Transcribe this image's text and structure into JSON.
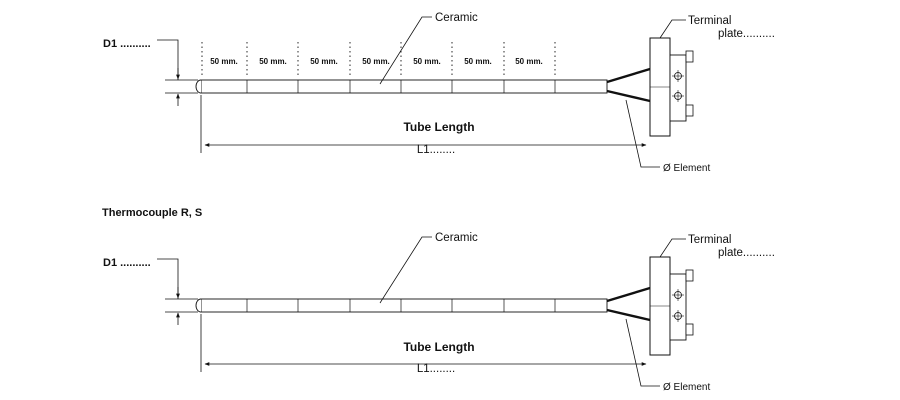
{
  "seg_label": "50 mm.",
  "top": {
    "d1": "D1 ..........",
    "ceramic": "Ceramic",
    "terminal_line1": "Terminal",
    "terminal_line2": "plate..........",
    "tube_length": "Tube Length",
    "l1": "L1........",
    "element": "Ø  Element"
  },
  "section_title": "Thermocouple R, S",
  "bottom": {
    "d1": "D1 ..........",
    "ceramic": "Ceramic",
    "terminal_line1": "Terminal",
    "terminal_line2": "plate..........",
    "tube_length": "Tube Length",
    "l1": "L1........",
    "element": "Ø  Element"
  }
}
